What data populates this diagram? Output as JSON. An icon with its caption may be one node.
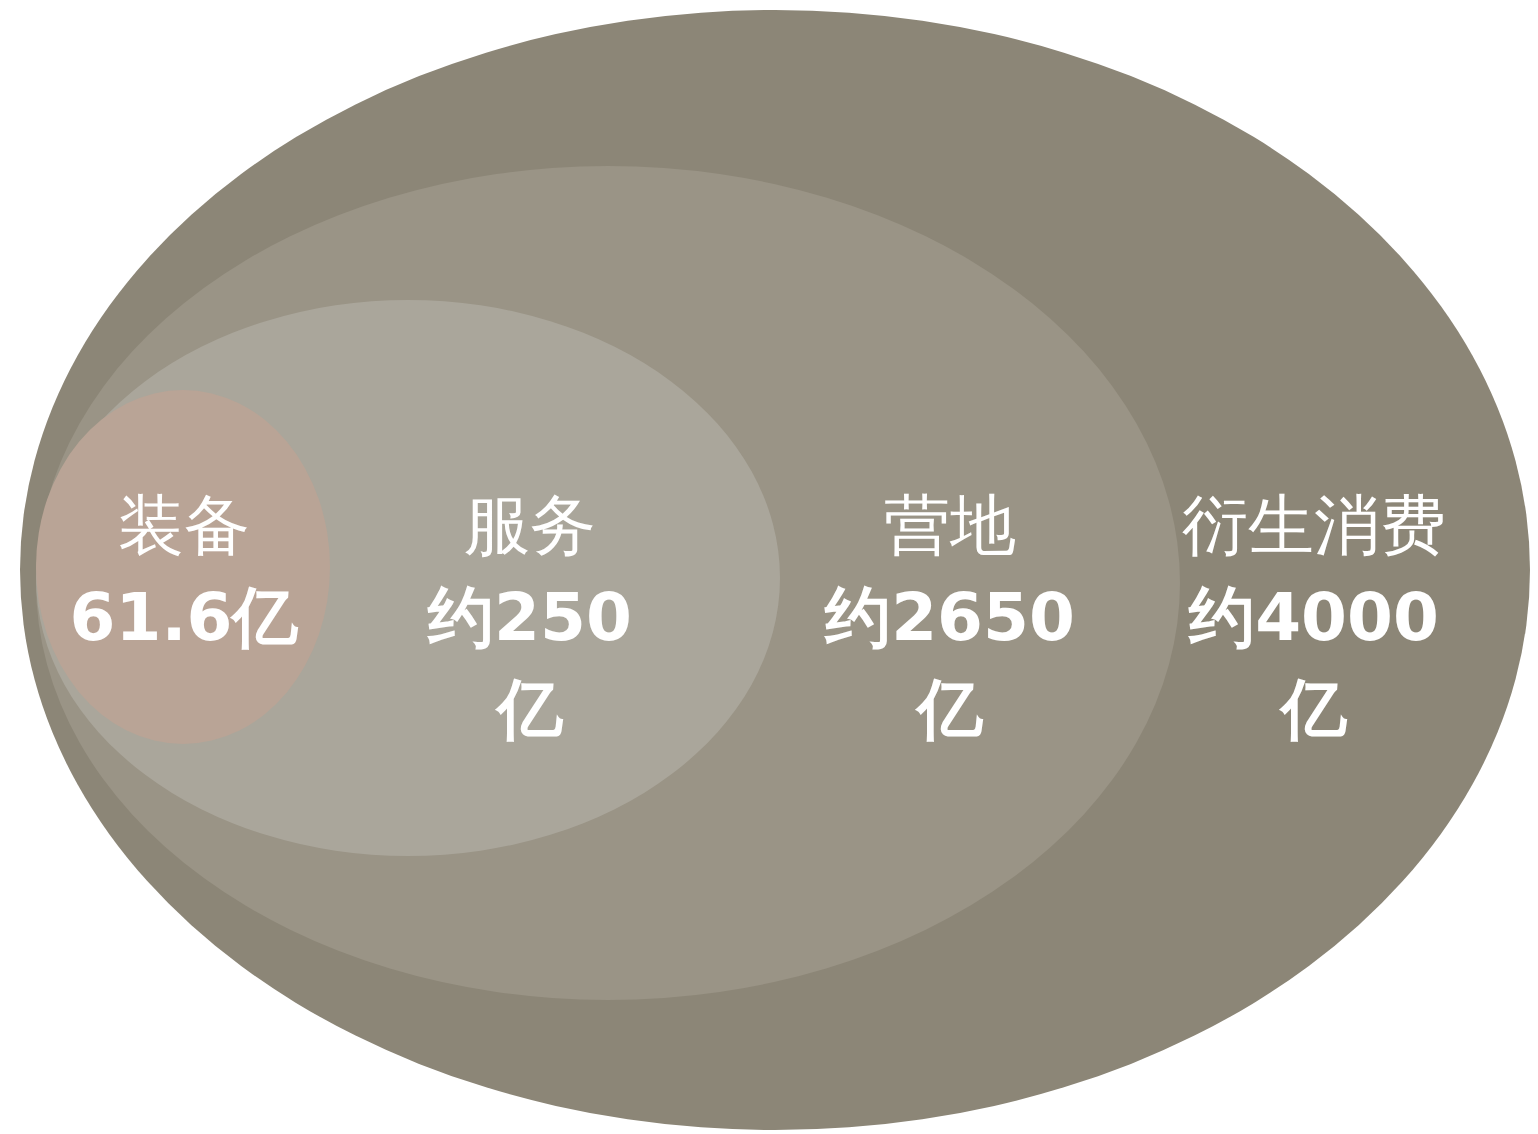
{
  "diagram": {
    "nodes": [
      {
        "text": [
          "衍生消费",
          "约4000亿"
        ]
      },
      {
        "text": [
          "营地",
          "约2650亿"
        ],
        "in": 0
      },
      {
        "text": [
          "服务",
          "约250亿"
        ],
        "in": 1
      },
      {
        "text": [
          "装备",
          "61.6亿"
        ],
        "in": 2
      }
    ]
  }
}
